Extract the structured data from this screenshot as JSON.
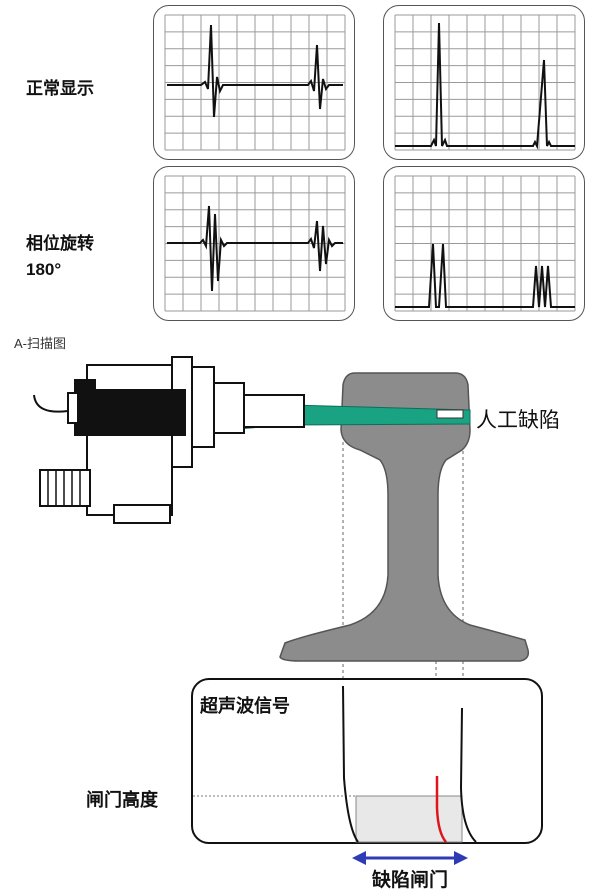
{
  "labels": {
    "normal_display": "正常显示",
    "phase_line1": "相位旋转",
    "phase_line2": "180°",
    "scan_caption": "A-扫描图",
    "artificial_defect": "人工缺陷",
    "ultrasonic_signal": "超声波信号",
    "gate_height": "闸门高度",
    "defect_gate": "缺陷闸门"
  },
  "colors": {
    "beam": "#1aa383",
    "rail": "#8c8c8c",
    "defect_echo": "#e0141c",
    "gate_arrow": "#2d3bb5",
    "screen_grid": "#9a9a9a"
  }
}
